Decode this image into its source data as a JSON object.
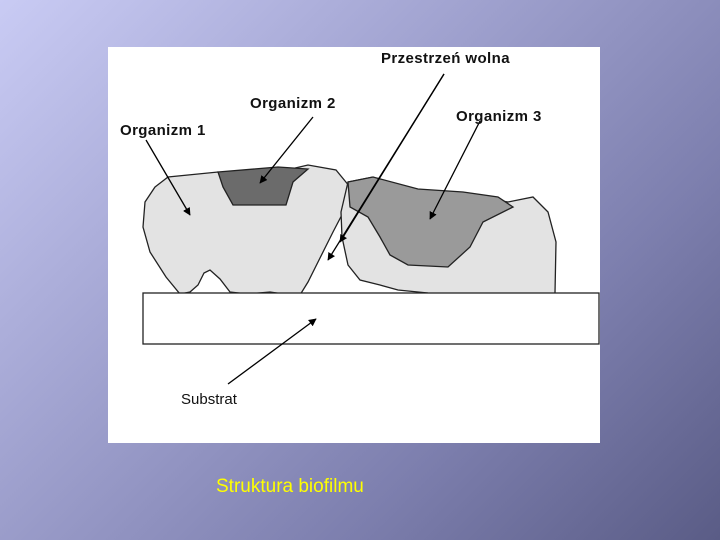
{
  "labels": {
    "free_space": "Przestrzeń wolna",
    "organism_1": "Organizm 1",
    "organism_2": "Organizm 2",
    "organism_3": "Organizm 3",
    "substrate": "Substrat"
  },
  "caption": "Struktura biofilmu",
  "colors": {
    "organism_light": "#e3e3e3",
    "organism_2": "#6b6b6b",
    "organism_3": "#9a9a9a",
    "substrate": "#ffffff",
    "caption": "#ffff00"
  }
}
